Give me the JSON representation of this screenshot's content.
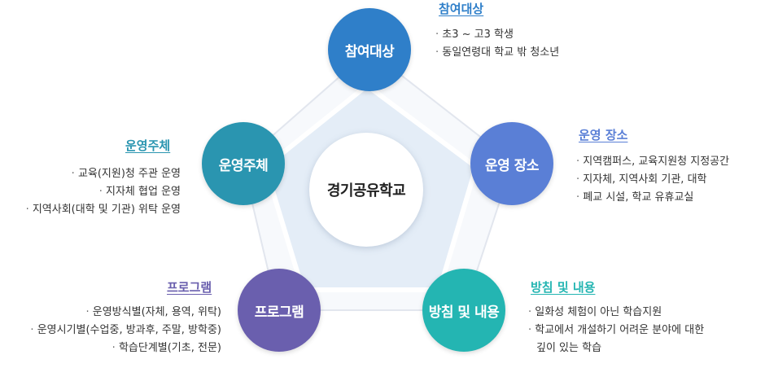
{
  "center": {
    "label": "경기공유학교"
  },
  "colors": {
    "top": "#2f7fc9",
    "right": "#5a7fd6",
    "bottom_right": "#24b5b2",
    "bottom_left": "#6a5fae",
    "left": "#2a95b0"
  },
  "nodes": {
    "top": {
      "label": "참여대상",
      "title": "참여대상",
      "items": [
        "초3 ~ 고3 학생",
        "동일연령대 학교 밖 청소년"
      ]
    },
    "right": {
      "label": "운영 장소",
      "title": "운영 장소",
      "items": [
        "지역캠퍼스, 교육지원청 지정공간",
        "지자체, 지역사회 기관, 대학",
        "폐교 시설, 학교 유휴교실"
      ]
    },
    "bottom_right": {
      "label": "방침 및 내용",
      "title": "방침 및 내용",
      "items": [
        "일화성 체험이 아닌 학습지원",
        "학교에서 개설하기 어려운 분야에 대한"
      ],
      "continuation": "깊이 있는 학습"
    },
    "bottom_left": {
      "label": "프로그램",
      "title": "프로그램",
      "items": [
        "운영방식별(자체, 용역, 위탁)",
        "운영시기별(수업중, 방과후, 주말, 방학중)",
        "학습단계별(기초, 전문)"
      ]
    },
    "left": {
      "label": "운영주체",
      "title": "운영주체",
      "items": [
        "교육(지원)청 주관 운영",
        "지자체 협업 운영",
        "지역사회(대학 및 기관) 위탁 운영"
      ]
    }
  }
}
